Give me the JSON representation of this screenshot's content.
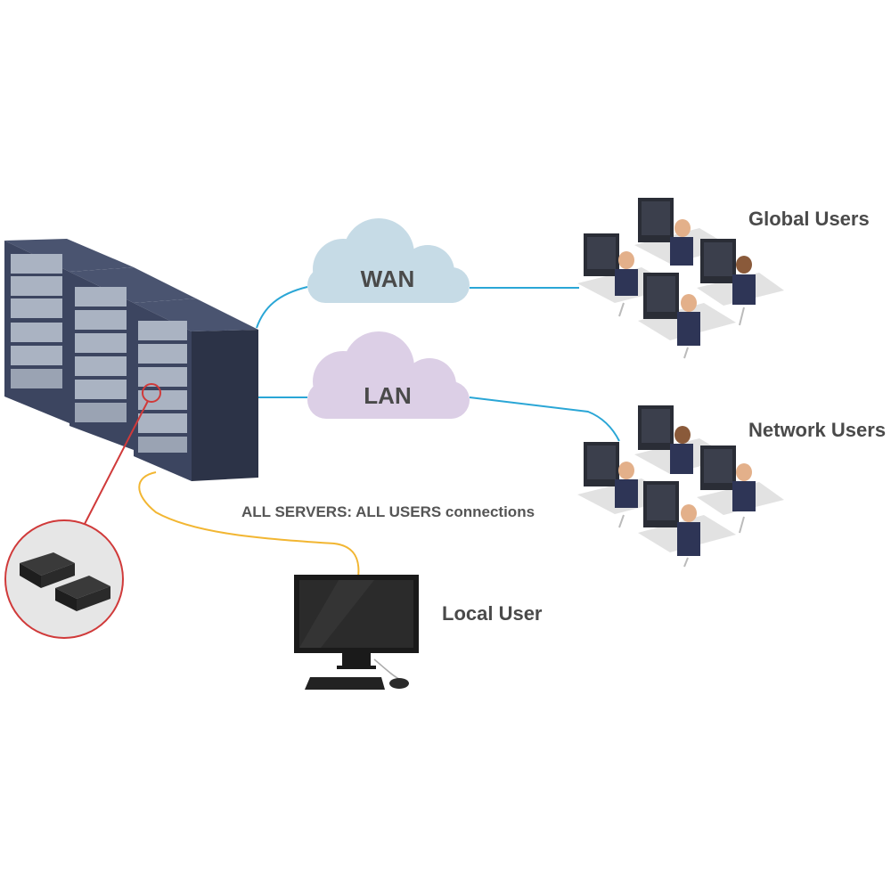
{
  "clouds": {
    "wan": {
      "label": "WAN",
      "color": "#c6dbe6"
    },
    "lan": {
      "label": "LAN",
      "color": "#dccfe6"
    }
  },
  "groups": {
    "global_users": "Global Users",
    "network_users": "Network Users",
    "local_user": "Local User"
  },
  "connection_label": "ALL SERVERS: ALL USERS connections",
  "colors": {
    "network_cable": "#2aa6d6",
    "local_cable": "#f2b632",
    "callout": "#d03a3a",
    "rack": "#3c4560",
    "rack_side": "#2c3347"
  },
  "icons": [
    "server-rack-icon",
    "cloud-icon",
    "workstation-icon",
    "monitor-icon",
    "keyboard-icon",
    "mouse-icon",
    "kvm-extender-icon"
  ]
}
